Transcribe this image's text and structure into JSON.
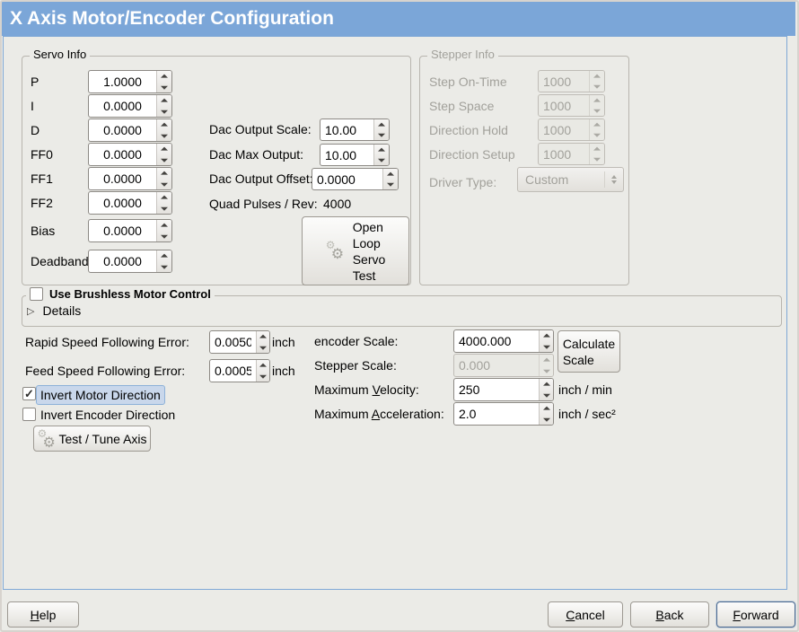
{
  "window_title": "X Axis Motor/Encoder Configuration",
  "icons": {
    "gear": "⚙",
    "check": "✓",
    "expander": "▷"
  },
  "colors": {
    "titlebar": "#7ba6d8",
    "panel_border": "#7fa8d6",
    "focus_highlight": "#c9d7eb"
  },
  "servo_info": {
    "title": "Servo Info",
    "gains": [
      {
        "label": "P",
        "value": "1.0000"
      },
      {
        "label": "I",
        "value": "0.0000"
      },
      {
        "label": "D",
        "value": "0.0000"
      },
      {
        "label": "FF0",
        "value": "0.0000"
      },
      {
        "label": "FF1",
        "value": "0.0000"
      },
      {
        "label": "FF2",
        "value": "0.0000"
      },
      {
        "label": "Bias",
        "value": "0.0000"
      },
      {
        "label": "Deadband",
        "value": "0.0000"
      }
    ],
    "dac_output_scale": {
      "label": "Dac Output Scale:",
      "value": "10.00"
    },
    "dac_max_output": {
      "label": "Dac Max Output:",
      "value": "10.00"
    },
    "dac_output_offset": {
      "label": "Dac Output Offset:",
      "value": "0.0000"
    },
    "quad_pulses": {
      "label": "Quad Pulses / Rev:",
      "value": "4000"
    },
    "open_loop_test_button": "Open\nLoop\nServo\nTest"
  },
  "stepper_info": {
    "title": "Stepper Info",
    "timings": [
      {
        "label": "Step On-Time",
        "value": "1000"
      },
      {
        "label": "Step Space",
        "value": "1000"
      },
      {
        "label": "Direction Hold",
        "value": "1000"
      },
      {
        "label": "Direction Setup",
        "value": "1000"
      }
    ],
    "driver_type": {
      "label": "Driver Type:",
      "value": "Custom"
    }
  },
  "brushless": {
    "checkbox_label": "Use Brushless Motor Control",
    "checked": false,
    "details_label": "Details"
  },
  "following_error": {
    "rapid": {
      "label": "Rapid Speed Following Error:",
      "value": "0.0050",
      "unit": "inch"
    },
    "feed": {
      "label": "Feed Speed Following Error:",
      "value": "0.0005",
      "unit": "inch"
    }
  },
  "direction": {
    "invert_motor": {
      "label": "Invert Motor Direction",
      "checked": true
    },
    "invert_encoder": {
      "label": "Invert Encoder Direction",
      "checked": false
    }
  },
  "test_tune_button": "Test / Tune Axis",
  "scaling": {
    "encoder_scale": {
      "label": "encoder Scale:",
      "value": "4000.000"
    },
    "stepper_scale": {
      "label": "Stepper Scale:",
      "value": "0.000"
    },
    "calculate_button": "Calculate\nScale",
    "max_velocity": {
      "label": "Maximum Velocity:",
      "value": "250",
      "unit": "inch / min"
    },
    "max_acceleration": {
      "label": "Maximum Acceleration:",
      "value": "2.0",
      "unit": "inch / sec²"
    }
  },
  "actions": {
    "help": "Help",
    "cancel": "Cancel",
    "back": "Back",
    "forward": "Forward"
  }
}
